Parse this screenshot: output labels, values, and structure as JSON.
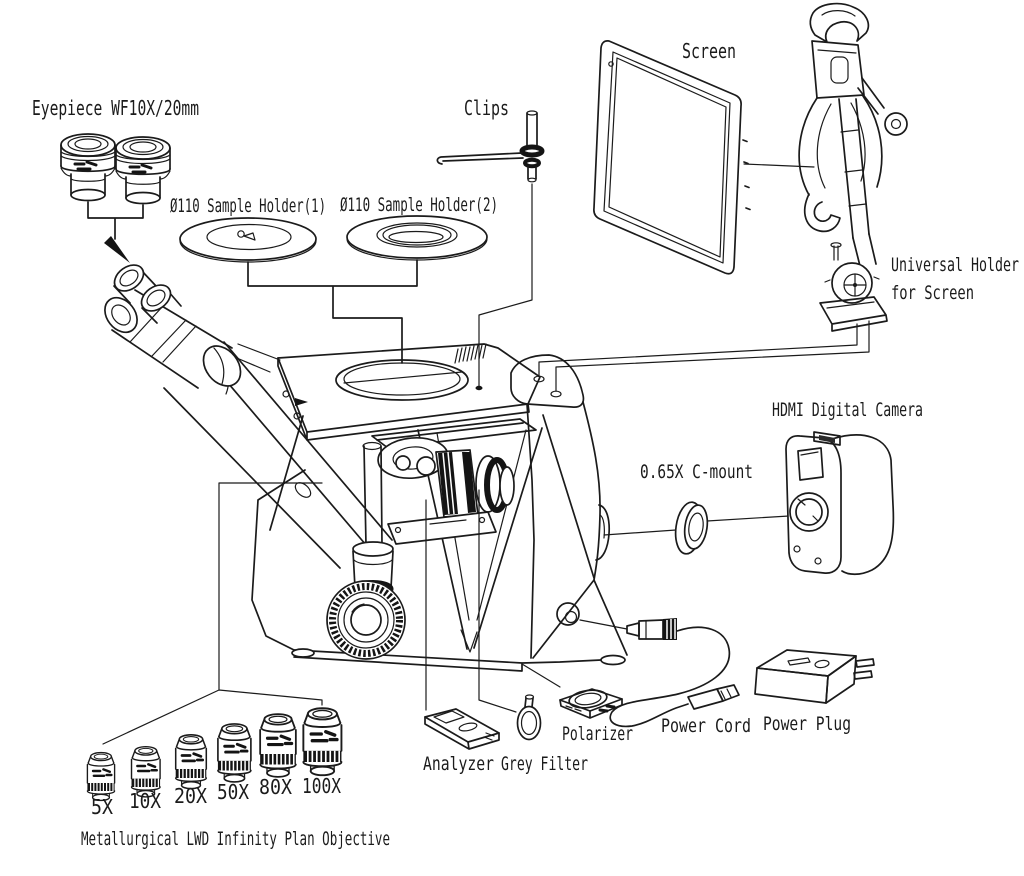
{
  "diagram": {
    "type": "exploded-parts-diagram",
    "subject": "Inverted metallurgical microscope with accessories",
    "colors": {
      "line": "#1b1b1b",
      "background": "#ffffff"
    },
    "labels": {
      "eyepiece": "Eyepiece WF10X/20mm",
      "sample_holder_1": "Ø110 Sample Holder(1)",
      "sample_holder_2": "Ø110 Sample Holder(2)",
      "clips": "Clips",
      "screen": "Screen",
      "universal_holder_line1": "Universal Holder",
      "universal_holder_line2": "for Screen",
      "hdmi_camera": "HDMI Digital Camera",
      "c_mount": "0.65X C-mount",
      "polarizer": "Polarizer",
      "power_cord": "Power Cord",
      "power_plug": "Power Plug",
      "analyzer": "Analyzer",
      "grey_filter": "Grey Filter",
      "objectives_caption": "Metallurgical LWD Infinity Plan Objective",
      "magnifications": [
        "5X",
        "10X",
        "20X",
        "50X",
        "80X",
        "100X"
      ]
    }
  }
}
